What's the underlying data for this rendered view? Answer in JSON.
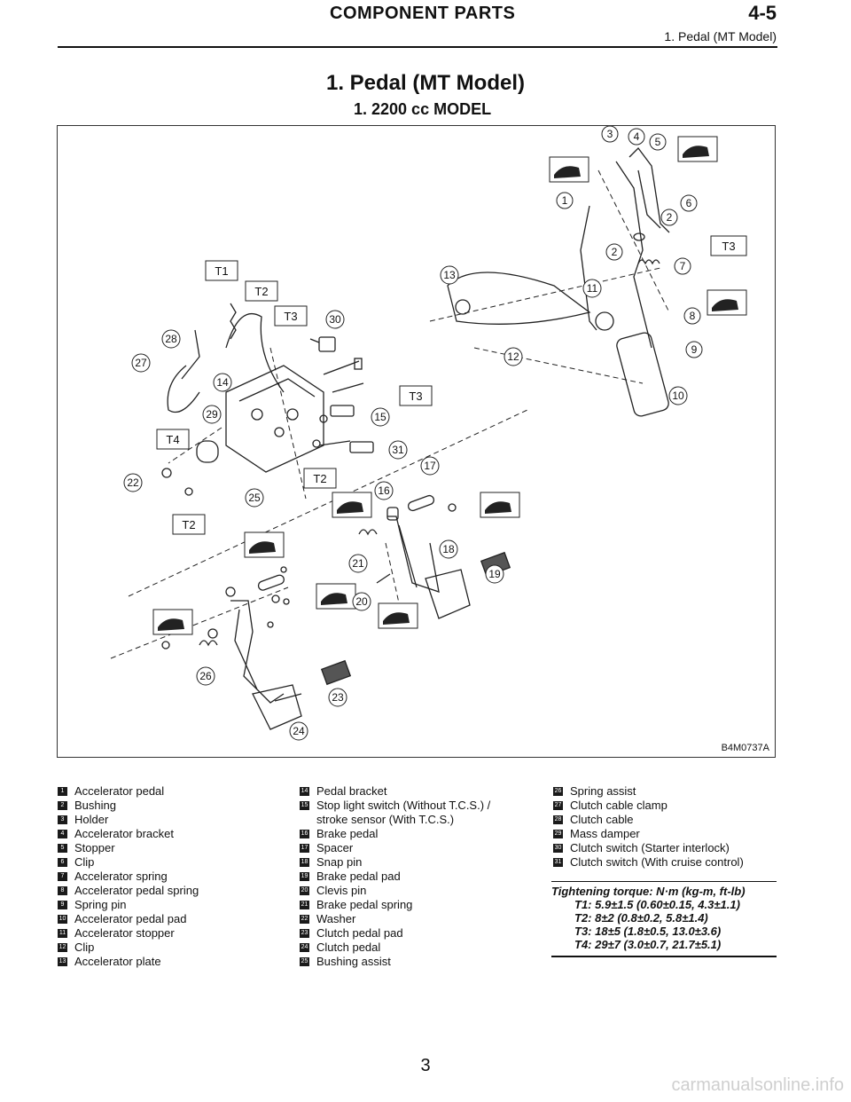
{
  "header": {
    "title": "COMPONENT PARTS",
    "section_number": "4-5",
    "subtitle": "1. Pedal (MT Model)"
  },
  "page_title": "1. Pedal (MT Model)",
  "section_title": "1. 2200 cc MODEL",
  "figure": {
    "code": "B4M0737A",
    "torque_tags": [
      "T1",
      "T2",
      "T3",
      "T3",
      "T3",
      "T4",
      "T2",
      "T2"
    ],
    "callouts": [
      "1",
      "2",
      "2",
      "3",
      "4",
      "5",
      "6",
      "7",
      "8",
      "9",
      "10",
      "11",
      "12",
      "13",
      "14",
      "15",
      "16",
      "17",
      "18",
      "19",
      "20",
      "21",
      "22",
      "23",
      "24",
      "25",
      "26",
      "27",
      "28",
      "29",
      "30",
      "31"
    ]
  },
  "legend": {
    "col1": [
      {
        "n": "1",
        "t": "Accelerator pedal"
      },
      {
        "n": "2",
        "t": "Bushing"
      },
      {
        "n": "3",
        "t": "Holder"
      },
      {
        "n": "4",
        "t": "Accelerator bracket"
      },
      {
        "n": "5",
        "t": "Stopper"
      },
      {
        "n": "6",
        "t": "Clip"
      },
      {
        "n": "7",
        "t": "Accelerator spring"
      },
      {
        "n": "8",
        "t": "Accelerator pedal spring"
      },
      {
        "n": "9",
        "t": "Spring pin"
      },
      {
        "n": "10",
        "t": "Accelerator pedal pad"
      },
      {
        "n": "11",
        "t": "Accelerator stopper"
      },
      {
        "n": "12",
        "t": "Clip"
      },
      {
        "n": "13",
        "t": "Accelerator plate"
      }
    ],
    "col2": [
      {
        "n": "14",
        "t": "Pedal bracket"
      },
      {
        "n": "15",
        "t": "Stop light switch (Without T.C.S.) /\nstroke sensor (With T.C.S.)"
      },
      {
        "n": "16",
        "t": "Brake pedal"
      },
      {
        "n": "17",
        "t": "Spacer"
      },
      {
        "n": "18",
        "t": "Snap pin"
      },
      {
        "n": "19",
        "t": "Brake pedal pad"
      },
      {
        "n": "20",
        "t": "Clevis pin"
      },
      {
        "n": "21",
        "t": "Brake pedal spring"
      },
      {
        "n": "22",
        "t": "Washer"
      },
      {
        "n": "23",
        "t": "Clutch pedal pad"
      },
      {
        "n": "24",
        "t": "Clutch pedal"
      },
      {
        "n": "25",
        "t": "Bushing assist"
      }
    ],
    "col3": [
      {
        "n": "26",
        "t": "Spring assist"
      },
      {
        "n": "27",
        "t": "Clutch cable clamp"
      },
      {
        "n": "28",
        "t": "Clutch cable"
      },
      {
        "n": "29",
        "t": "Mass damper"
      },
      {
        "n": "30",
        "t": "Clutch switch (Starter interlock)"
      },
      {
        "n": "31",
        "t": "Clutch switch (With cruise control)"
      }
    ]
  },
  "torque": {
    "title": "Tightening torque: N·m (kg-m, ft-lb)",
    "lines": [
      "T1: 5.9±1.5 (0.60±0.15, 4.3±1.1)",
      "T2: 8±2 (0.8±0.2, 5.8±1.4)",
      "T3: 18±5 (1.8±0.5, 13.0±3.6)",
      "T4: 29±7 (3.0±0.7, 21.7±5.1)"
    ]
  },
  "page_number": "3",
  "watermark": "carmanualsonline.info"
}
